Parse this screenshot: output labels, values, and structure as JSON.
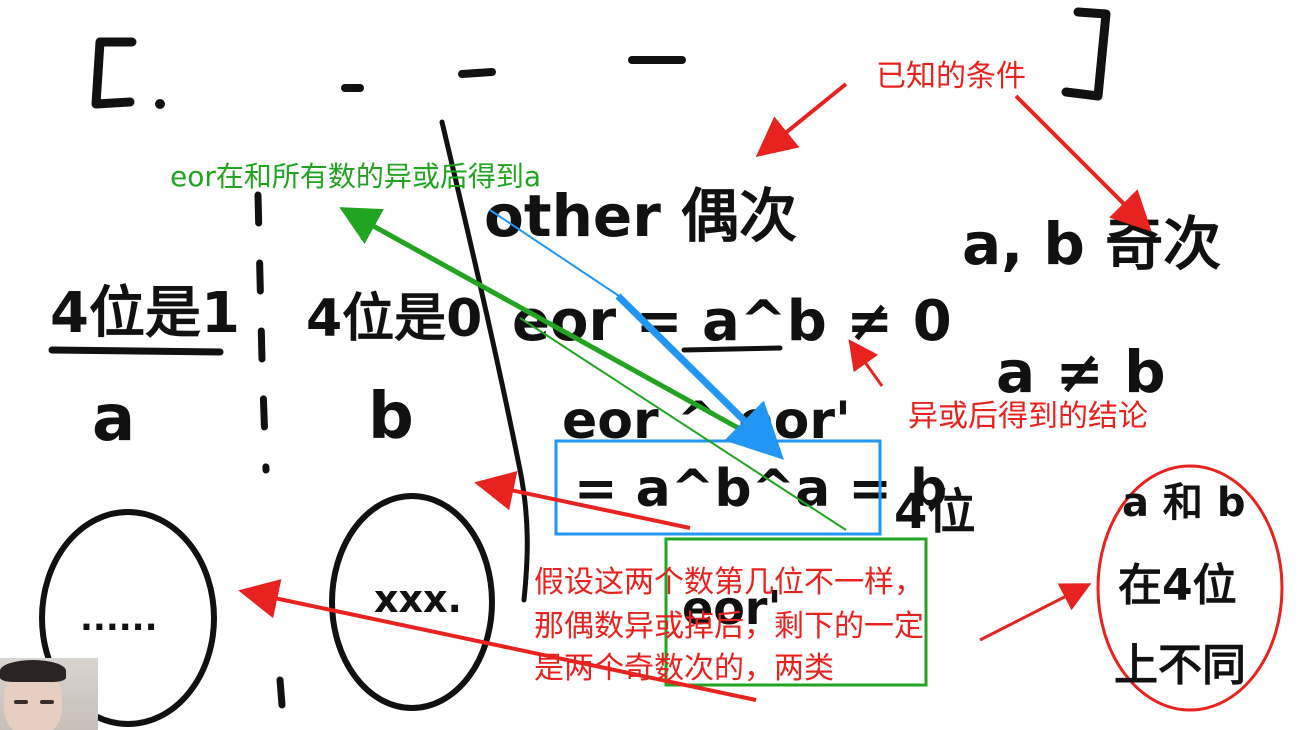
{
  "annotations": {
    "known_conditions": "已知的条件",
    "eor_result": "eor在和所有数的异或后得到a",
    "xor_conclusion": "异或后得到的结论",
    "assumption_line1": "假设这两个数第几位不一样，",
    "assumption_line2": "那偶数异或掉后，剩下的一定",
    "assumption_line3": "是两个奇数次的，两类"
  },
  "handwriting": {
    "other": "other 偶次",
    "ab_odd": "a, b 奇次",
    "bit1": "4位是1",
    "bit0": "4位是0",
    "eor_eq": "eor = a^b ≠ 0",
    "a_ne_b": "a ≠ b",
    "var_a": "a",
    "var_b": "b",
    "eor_xor": "eor ^ eor'",
    "eq_b": "= a^b^a = b",
    "fourth": "4位",
    "dots": "......",
    "xxx": "xxx.",
    "eor_prime": "eor'",
    "ab_diff_line1": "a 和 b",
    "ab_diff_line2": "在4位",
    "ab_diff_line3": "上不同"
  },
  "colors": {
    "red": "#e8231f",
    "green": "#21a521",
    "blue": "#2196f3",
    "ink": "#111111"
  }
}
